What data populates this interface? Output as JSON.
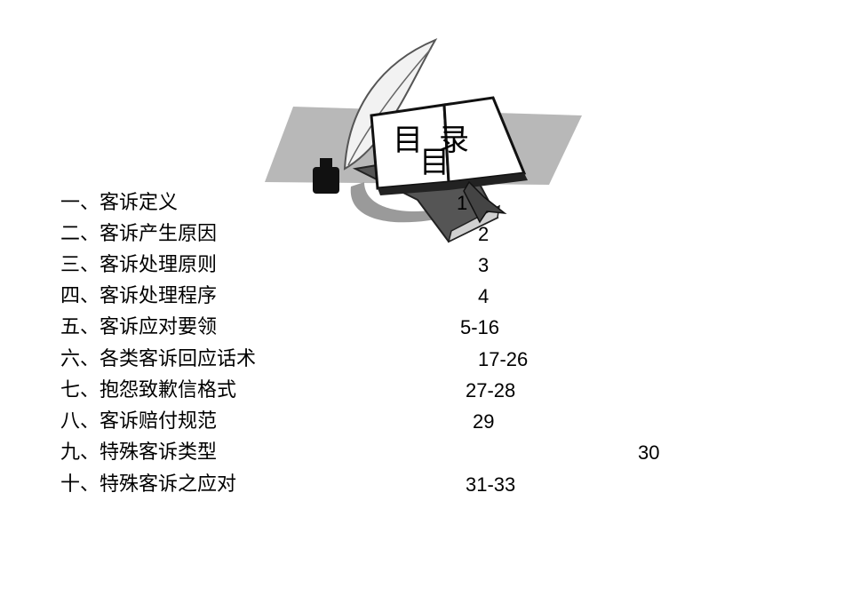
{
  "heading": {
    "primary": "目录",
    "secondary": "目"
  },
  "toc": [
    {
      "title": "一、客诉定义",
      "page": "1"
    },
    {
      "title": "二、客诉产生原因",
      "page": "2"
    },
    {
      "title": "三、客诉处理原则",
      "page": "3"
    },
    {
      "title": "四、客诉处理程序",
      "page": "4"
    },
    {
      "title": "五、客诉应对要领",
      "page": "5-16"
    },
    {
      "title": "六、各类客诉回应话术",
      "page": "17-26"
    },
    {
      "title": "七、抱怨致歉信格式",
      "page": "27-28"
    },
    {
      "title": "八、客诉赔付规范",
      "page": "29"
    },
    {
      "title": "九、特殊客诉类型",
      "page": "30"
    },
    {
      "title": "十、特殊客诉之应对",
      "page": "31-33"
    }
  ],
  "illustration": {
    "icon": "book-quill-ink-icon"
  }
}
